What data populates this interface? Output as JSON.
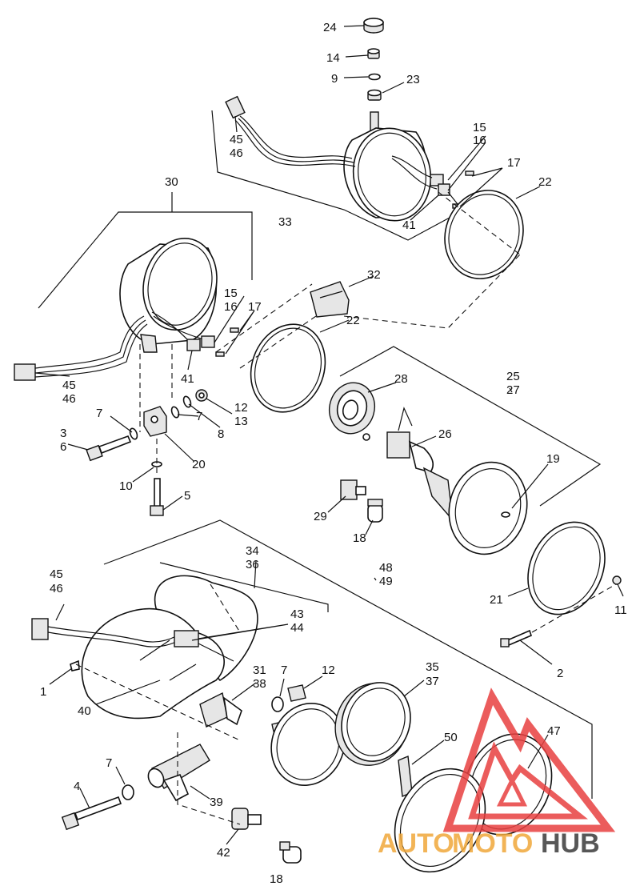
{
  "callouts": {
    "c24": "24",
    "c14": "14",
    "c9": "9",
    "c23": "23",
    "c45a": "45",
    "c46a": "46",
    "c15a": "15",
    "c16a": "16",
    "c17a": "17",
    "c22a": "22",
    "c33": "33",
    "c41a": "41",
    "c30": "30",
    "c15b": "15",
    "c16b": "16",
    "c17b": "17",
    "c32": "32",
    "c22b": "22",
    "c45b": "45",
    "c46b": "46",
    "c41b": "41",
    "c7a": "7",
    "c3": "3",
    "c6": "6",
    "c12a": "12",
    "c13": "13",
    "c8": "8",
    "c7b": "7",
    "c20": "20",
    "c10": "10",
    "c5": "5",
    "c25": "25",
    "c27": "27",
    "c28": "28",
    "c26": "26",
    "c19": "19",
    "c29": "29",
    "c18a": "18",
    "c34": "34",
    "c36": "36",
    "c48": "48",
    "c49": "49",
    "c45c": "45",
    "c46c": "46",
    "c43": "43",
    "c44": "44",
    "c21": "21",
    "c11": "11",
    "c2": "2",
    "c1": "1",
    "c40": "40",
    "c31": "31",
    "c38": "38",
    "c7c": "7",
    "c12b": "12",
    "c35": "35",
    "c37": "37",
    "c50": "50",
    "c47": "47",
    "c4": "4",
    "c7d": "7",
    "c39": "39",
    "c42": "42",
    "c18b": "18"
  },
  "watermark": {
    "part1": "AUTO",
    "part2": "MOTO",
    "part3": "HUB",
    "color_primary": "#f0a83a",
    "color_secondary": "#3a3a3a",
    "logo_color": "#e84040"
  }
}
